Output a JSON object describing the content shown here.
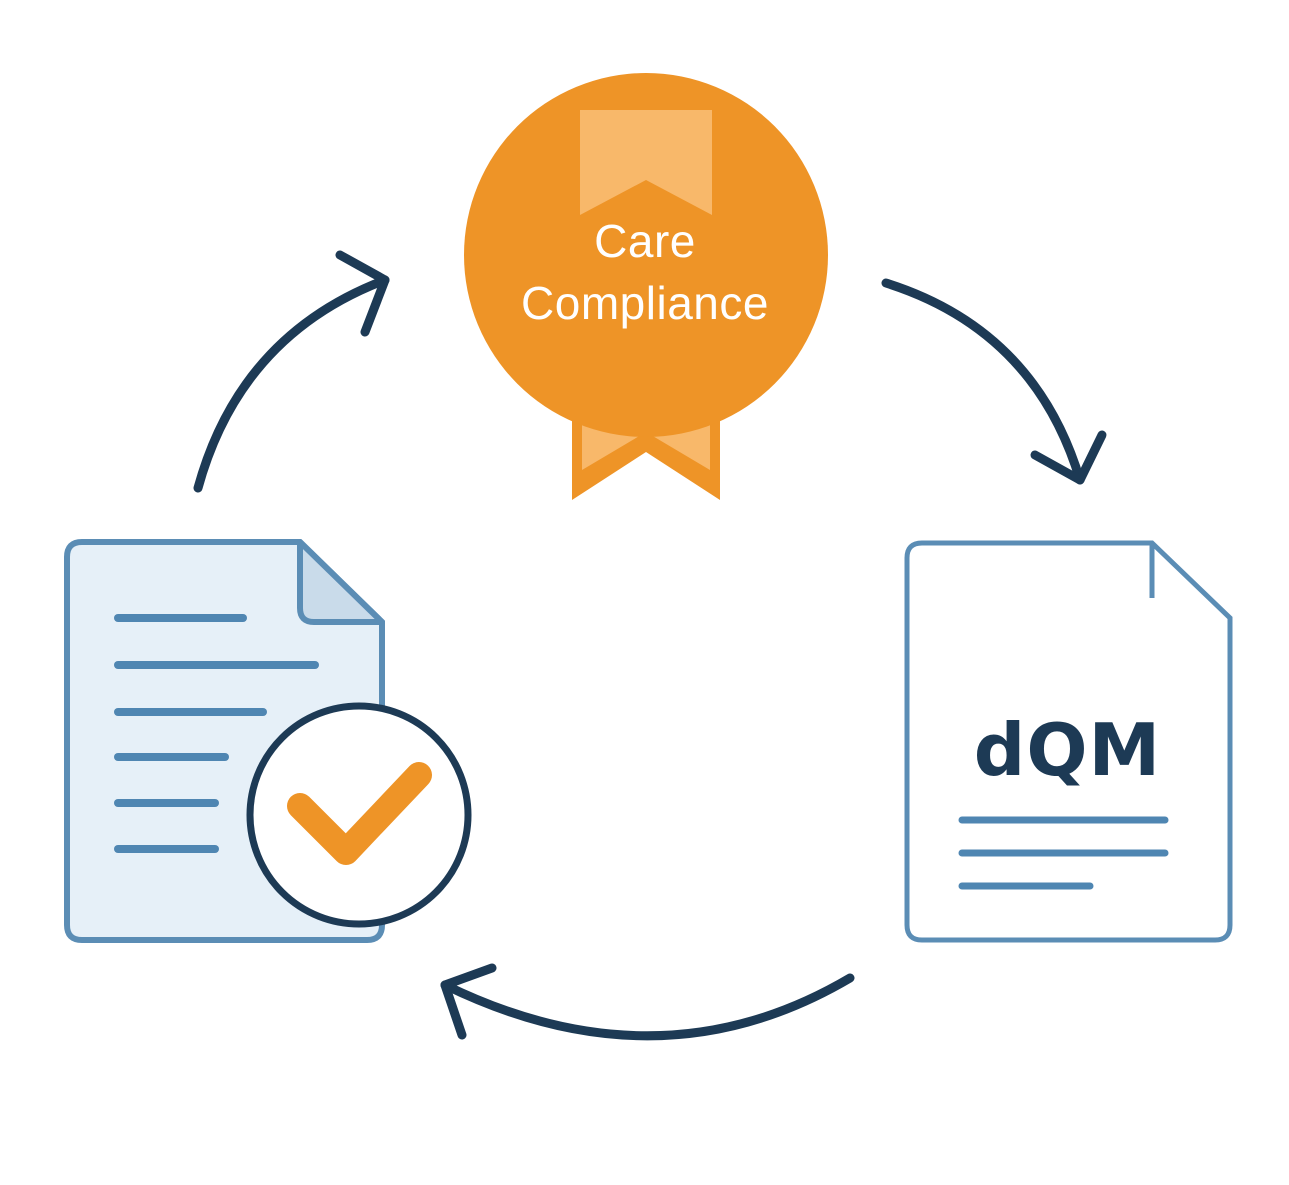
{
  "badge": {
    "line1": "Care",
    "line2": "Compliance"
  },
  "dqm_document": {
    "label": "dQM"
  },
  "icons": {
    "badge": "ribbon-badge-icon",
    "checked_document": "document-check-icon",
    "dqm_document": "dqm-document-icon",
    "arrows": "cycle-arrow-icon"
  },
  "colors": {
    "orange": "#ee9427",
    "orange_light": "#f8b86a",
    "navy": "#1d3a55",
    "doc_blue": "#5b8db5",
    "doc_fill": "#e6f0f8",
    "doc_fold": "#c9dbea",
    "line_blue": "#4f86b2"
  }
}
